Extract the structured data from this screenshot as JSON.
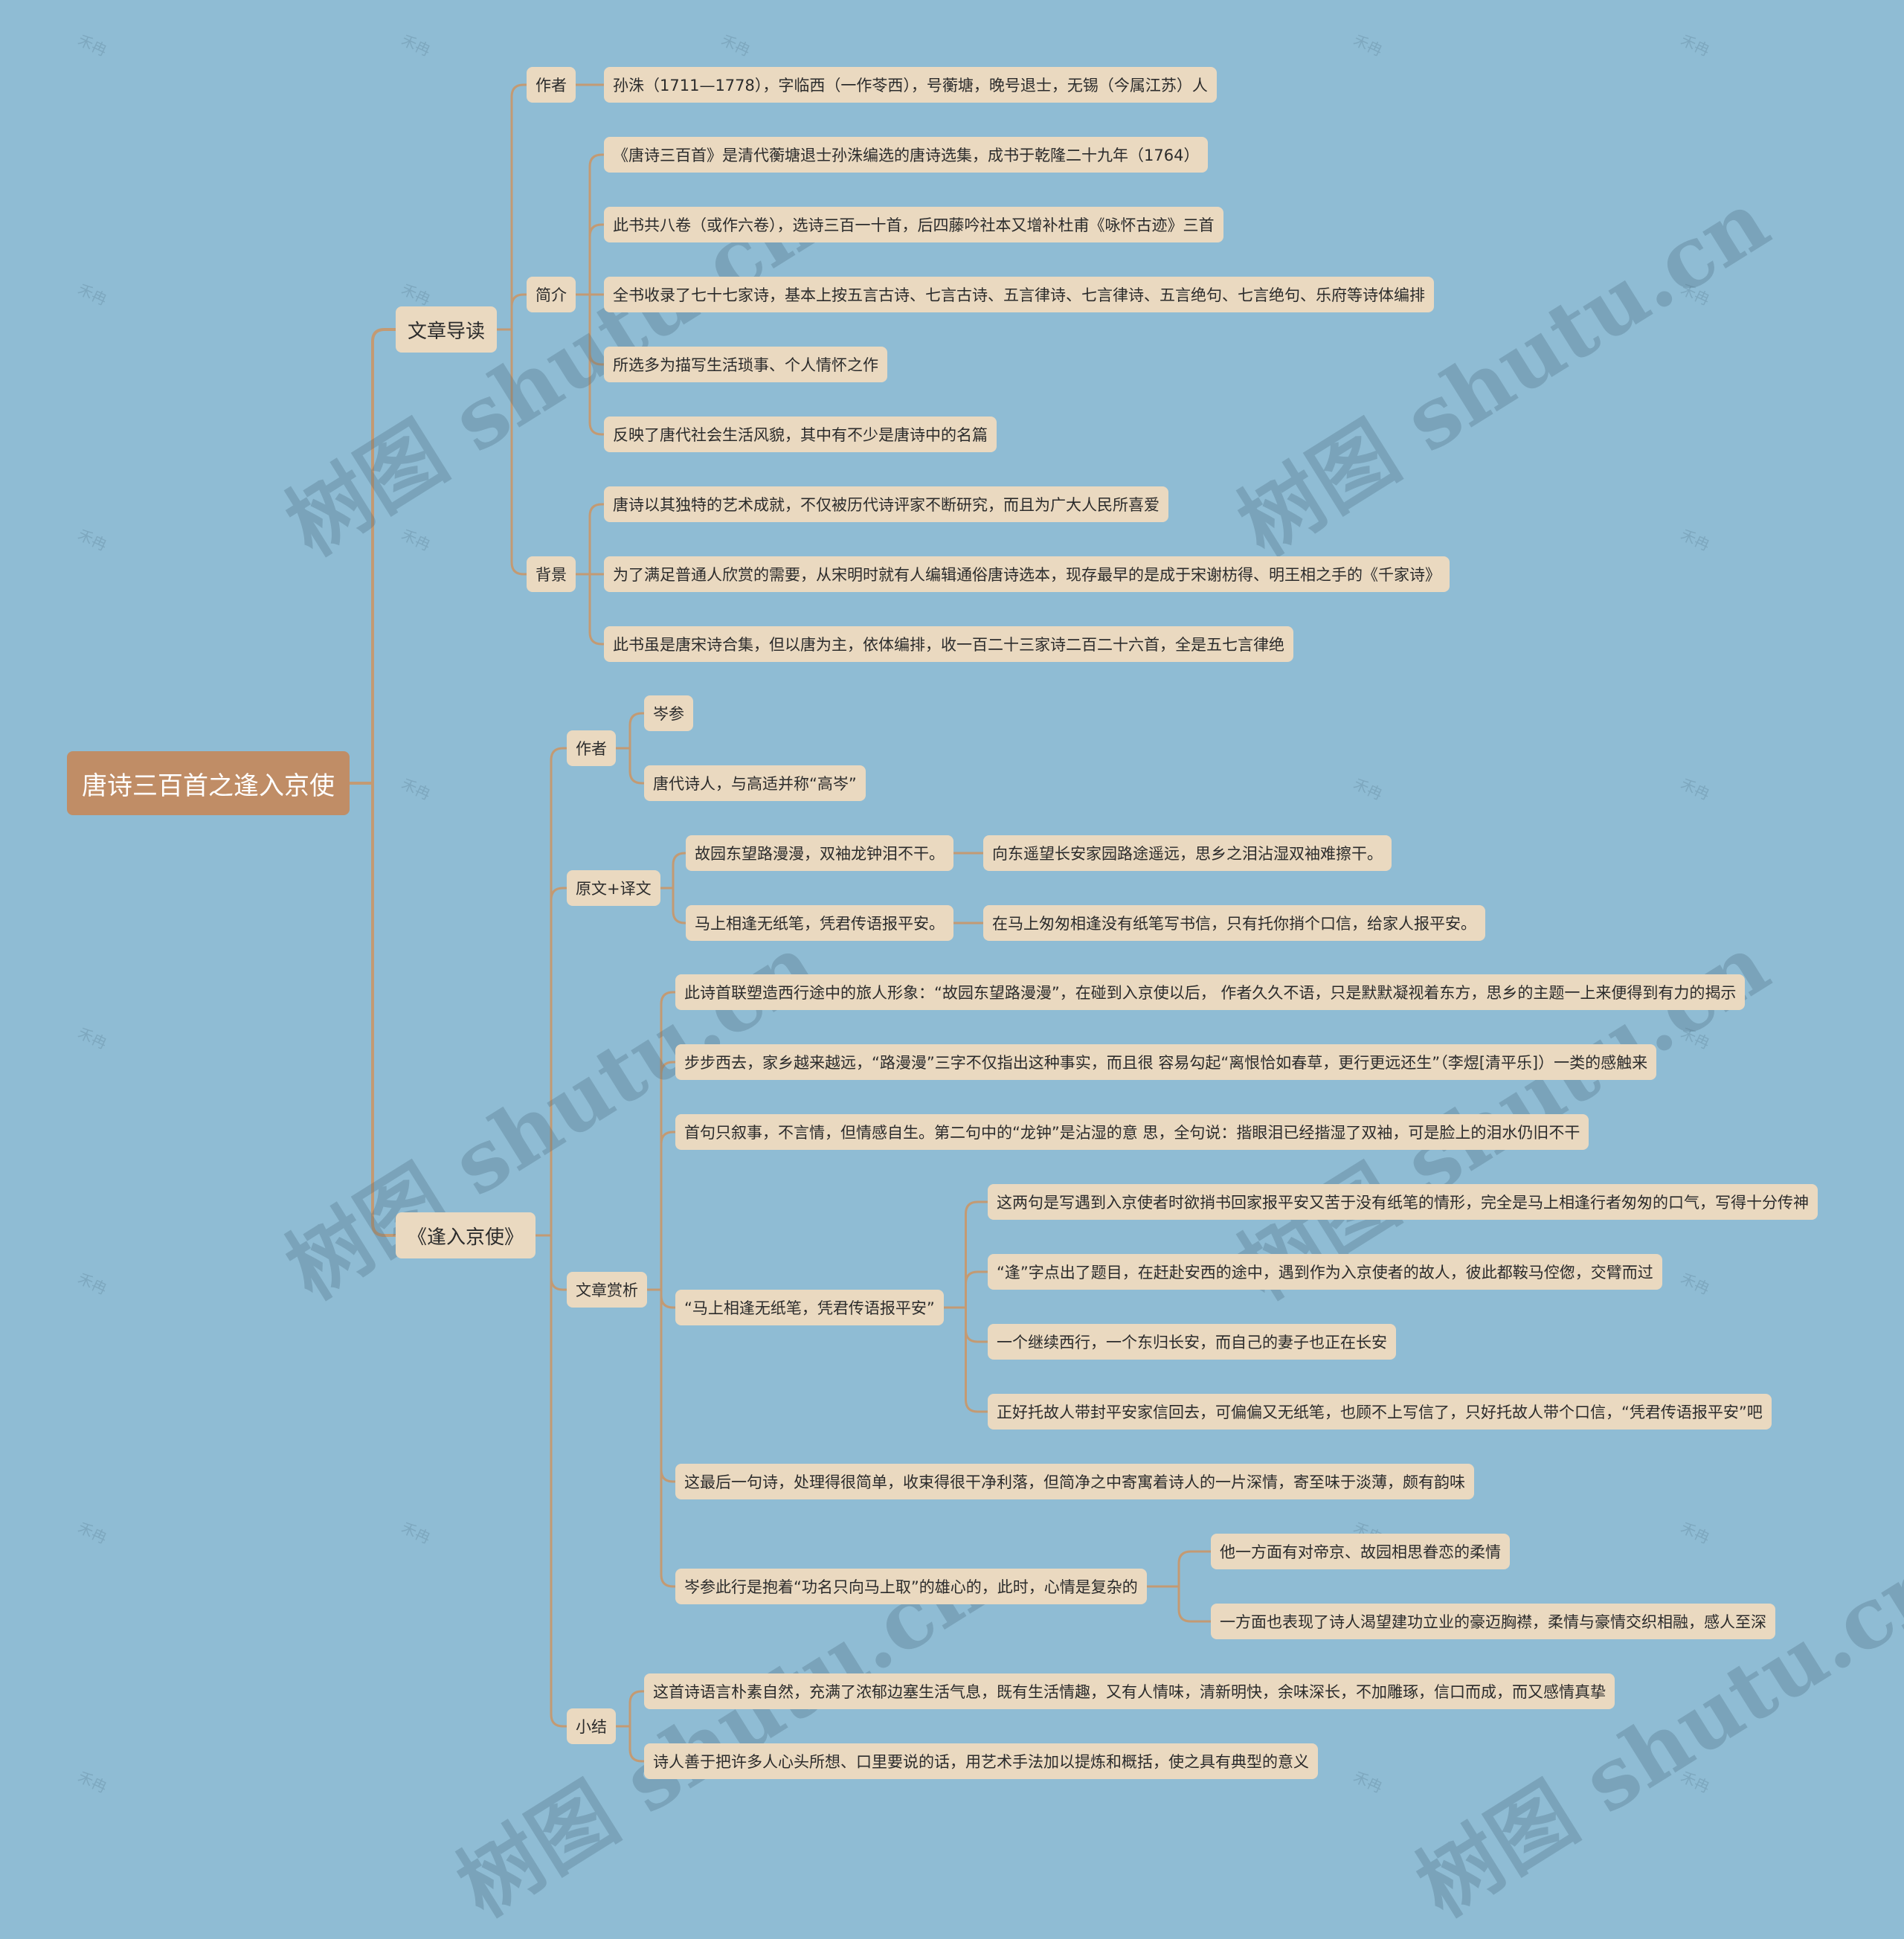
{
  "watermark": {
    "text": "树图 shutu.cn",
    "small": "禾冉"
  },
  "colors": {
    "background": "#8fbcd4",
    "root": "#c08d66",
    "node": "#ead9c0",
    "line": "#c39a73"
  },
  "root": {
    "label": "唐诗三百首之逢入京使"
  },
  "branch1": {
    "label": "文章导读",
    "author": {
      "label": "作者",
      "items": [
        "孙洙（1711—1778），字临西（一作苓西），号蘅塘，晚号退士，无锡（今属江苏）人"
      ]
    },
    "intro": {
      "label": "简介",
      "items": [
        "《唐诗三百首》是清代蘅塘退士孙洙编选的唐诗选集，成书于乾隆二十九年（1764）",
        "此书共八卷（或作六卷），选诗三百一十首，后四藤吟社本又增补杜甫《咏怀古迹》三首",
        "全书收录了七十七家诗，基本上按五言古诗、七言古诗、五言律诗、七言律诗、五言绝句、七言绝句、乐府等诗体编排",
        "所选多为描写生活琐事、个人情怀之作",
        "反映了唐代社会生活风貌，其中有不少是唐诗中的名篇"
      ]
    },
    "background": {
      "label": "背景",
      "items": [
        "唐诗以其独特的艺术成就，不仅被历代诗评家不断研究，而且为广大人民所喜爱",
        "为了满足普通人欣赏的需要，从宋明时就有人编辑通俗唐诗选本，现存最早的是成于宋谢枋得、明王相之手的《千家诗》",
        "此书虽是唐宋诗合集，但以唐为主，依体编排，收一百二十三家诗二百二十六首，全是五七言律绝"
      ]
    }
  },
  "branch2": {
    "label": "《逢入京使》",
    "author": {
      "label": "作者",
      "items": [
        "岑参",
        "唐代诗人，与高适并称“高岑”"
      ]
    },
    "text": {
      "label": "原文+译文",
      "lines": [
        {
          "original": "故园东望路漫漫，双袖龙钟泪不干。",
          "translation": "向东遥望长安家园路途遥远，思乡之泪沾湿双袖难擦干。"
        },
        {
          "original": "马上相逢无纸笔，凭君传语报平安。",
          "translation": "在马上匆匆相逢没有纸笔写书信，只有托你捎个口信，给家人报平安。"
        }
      ]
    },
    "analysis": {
      "label": "文章赏析",
      "p1": "此诗首联塑造西行途中的旅人形象：“故园东望路漫漫”，在碰到入京使以后， 作者久久不语，只是默默凝视着东方，思乡的主题一上来便得到有力的揭示",
      "p2": "步步西去，家乡越来越远，“路漫漫”三字不仅指出这种事实，而且很 容易勾起“离恨恰如春草，更行更远还生”（李煜[清平乐]）一类的感触来",
      "p3": "首句只叙事，不言情，但情感自生。第二句中的“龙钟”是沾湿的意 思，全句说：揩眼泪已经揩湿了双袖，可是脸上的泪水仍旧不干",
      "quote": {
        "label": "“马上相逢无纸笔，凭君传语报平安”",
        "items": [
          "这两句是写遇到入京使者时欲捎书回家报平安又苦于没有纸笔的情形，完全是马上相逢行者匆匆的口气，写得十分传神",
          "“逢”字点出了题目，在赶赴安西的途中，遇到作为入京使者的故人，彼此都鞍马倥偬，交臂而过",
          "一个继续西行，一个东归长安，而自己的妻子也正在长安",
          "正好托故人带封平安家信回去，可偏偏又无纸笔，也顾不上写信了，只好托故人带个口信，“凭君传语报平安”吧"
        ]
      },
      "p4": "这最后一句诗，处理得很简单，收束得很干净利落，但简净之中寄寓着诗人的一片深情，寄至味于淡薄，颇有韵味",
      "p5": {
        "label": "岑参此行是抱着“功名只向马上取”的雄心的，此时，心情是复杂的",
        "items": [
          "他一方面有对帝京、故园相思眷恋的柔情",
          "一方面也表现了诗人渴望建功立业的豪迈胸襟，柔情与豪情交织相融，感人至深"
        ]
      }
    },
    "summary": {
      "label": "小结",
      "items": [
        "这首诗语言朴素自然，充满了浓郁边塞生活气息，既有生活情趣，又有人情味，清新明快，余味深长，不加雕琢，信口而成，而又感情真挚",
        "诗人善于把许多人心头所想、口里要说的话，用艺术手法加以提炼和概括，使之具有典型的意义"
      ]
    }
  }
}
